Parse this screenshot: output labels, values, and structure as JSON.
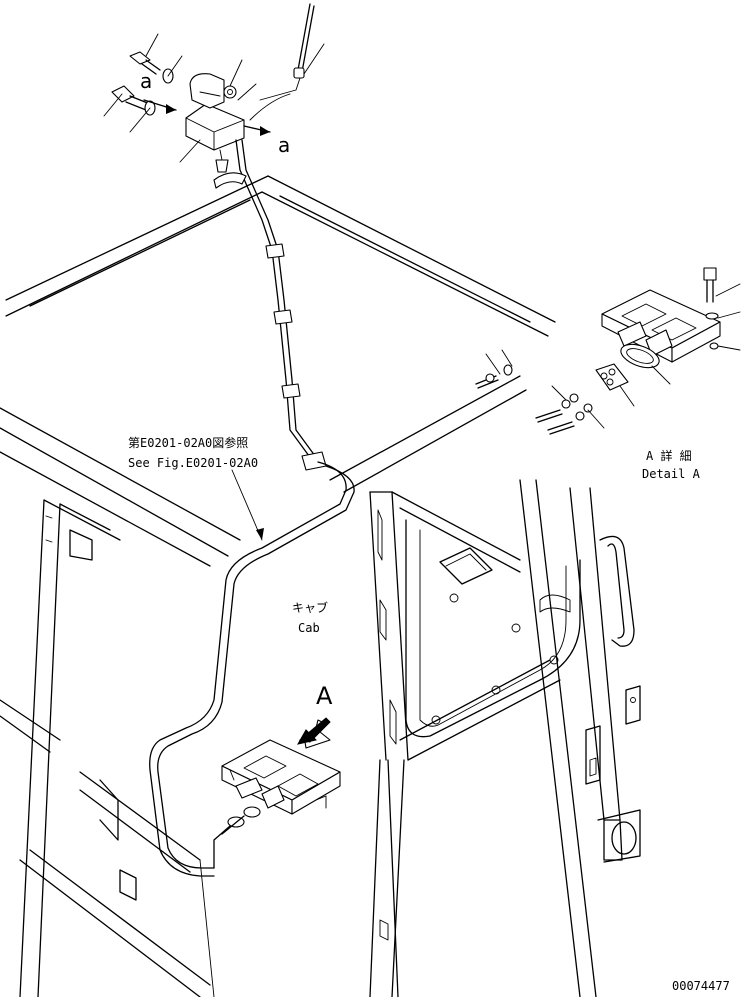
{
  "labels": {
    "ref_jp": "第E0201-02A0図参照",
    "ref_en": "See Fig.E0201-02A0",
    "cab_jp": "キャブ",
    "cab_en": "Cab",
    "detail_jp": "A 詳 細",
    "detail_en": "Detail A",
    "view_a": "A",
    "section_a_left": "a",
    "section_a_right": "a",
    "part_number": "00074477"
  }
}
